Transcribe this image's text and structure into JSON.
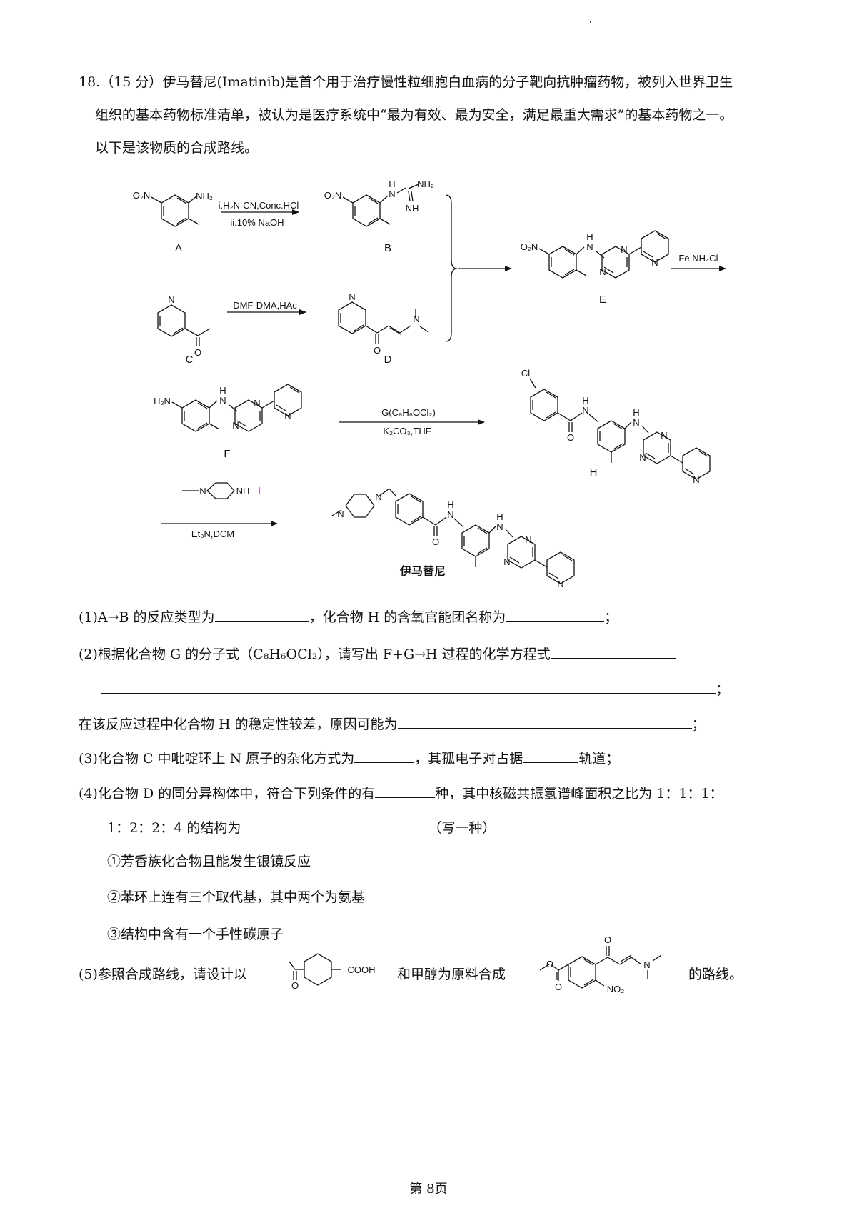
{
  "question": {
    "number": "18.",
    "score": "（15 分）",
    "intro_line1_rest": "伊马替尼(Imatinib)是首个用于治疗慢性粒细胞白血病的分子靶向抗肿瘤药物，被列入世界卫生",
    "intro_line2": "组织的基本药物标准清单，被认为是医疗系统中“最为有效、最为安全，满足最重大需求”的基本药物之一。",
    "intro_line3": "以下是该物质的合成路线。"
  },
  "scheme": {
    "labels": {
      "A": "A",
      "B": "B",
      "C": "C",
      "D": "D",
      "E": "E",
      "F": "F",
      "H": "H",
      "I": "I"
    },
    "product_name": "伊马替尼",
    "reagents": {
      "ab_1": "i.H₂N-CN,Conc.HCl",
      "ab_2": "ii.10% NaOH",
      "cd": "DMF-DMA,HAc",
      "e_f": "Fe,NH₄Cl",
      "fh_top": "G(C₈H₆OCl₂)",
      "fh_bottom": "K₂CO₃,THF",
      "hi_bottom": "Et₃N,DCM"
    },
    "atoms": {
      "o2n": "O₂N",
      "nh2": "NH₂",
      "nh": "NH",
      "h": "H",
      "n": "N",
      "o": "O",
      "cl": "Cl",
      "h2n": "H₂N",
      "cooh": "COOH",
      "no2": "NO₂"
    }
  },
  "parts": {
    "p1_a": "(1)A→B 的反应类型为",
    "p1_b": "，化合物 H 的含氧官能团名称为",
    "p1_c": "；",
    "p2_a": "(2)根据化合物 G 的分子式（C₈H₆OCl₂），请写出 F+G→H 过程的化学方程式",
    "p2_end": "；",
    "p2_b": "在该反应过程中化合物 H 的稳定性较差，原因可能为",
    "p2_c": "；",
    "p3_a": "(3)化合物 C 中吡啶环上 N 原子的杂化方式为",
    "p3_b": "，其孤电子对占据",
    "p3_c": "轨道；",
    "p4_a": "(4)化合物 D 的同分异构体中，符合下列条件的有",
    "p4_b": "种，其中核磁共振氢谱峰面积之比为 1：1：1：",
    "p4_c": "1：2：2：4 的结构为",
    "p4_d": "（写一种）",
    "cond1": "①芳香族化合物且能发生银镜反应",
    "cond2": "②苯环上连有三个取代基，其中两个为氨基",
    "cond3": "③结构中含有一个手性碳原子",
    "p5_a": "(5)参照合成路线，请设计以",
    "p5_b": "和甲醇为原料合成",
    "p5_c": "的路线。"
  },
  "footer": "第 8页"
}
